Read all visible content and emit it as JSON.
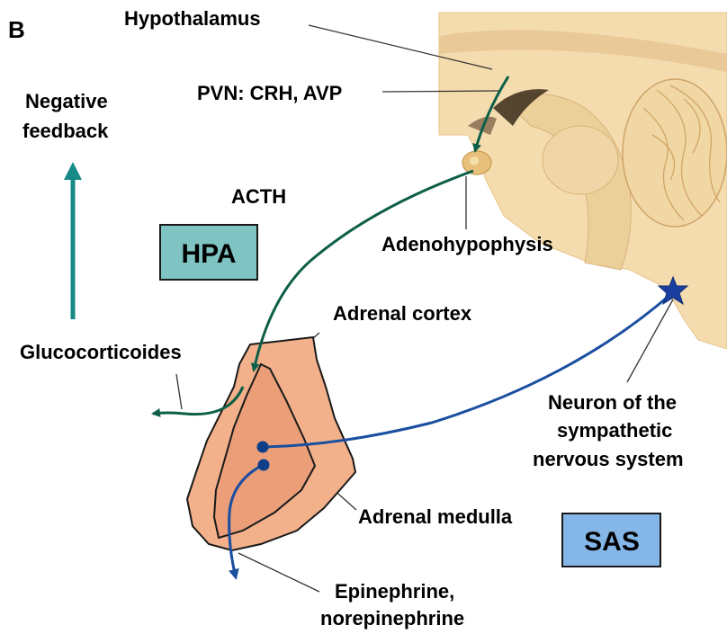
{
  "panel_letter": "B",
  "labels": {
    "hypothalamus": "Hypothalamus",
    "pvn": "PVN: CRH, AVP",
    "negative_feedback_line1": "Negative",
    "negative_feedback_line2": "feedback",
    "acth": "ACTH",
    "adenohypophysis": "Adenohypophysis",
    "adrenal_cortex": "Adrenal cortex",
    "glucocorticoides": "Glucocorticoides",
    "neuron_line1": "Neuron of the",
    "neuron_line2": "sympathetic",
    "neuron_line3": "nervous system",
    "adrenal_medulla": "Adrenal medulla",
    "epinephrine_line1": "Epinephrine,",
    "epinephrine_line2": "norepinephrine"
  },
  "boxes": {
    "hpa": "HPA",
    "sas": "SAS"
  },
  "colors": {
    "hpa_box": "#7fc4c2",
    "sas_box": "#84b7e8",
    "hpa_arrow": "#0d5e48",
    "feedback_arrow": "#158a86",
    "sympathetic_path": "#1a4fa0",
    "adrenal_cortex": "#f2b18b",
    "adrenal_medulla": "#eb9e78",
    "brain_tissue": "#f4dcae"
  }
}
